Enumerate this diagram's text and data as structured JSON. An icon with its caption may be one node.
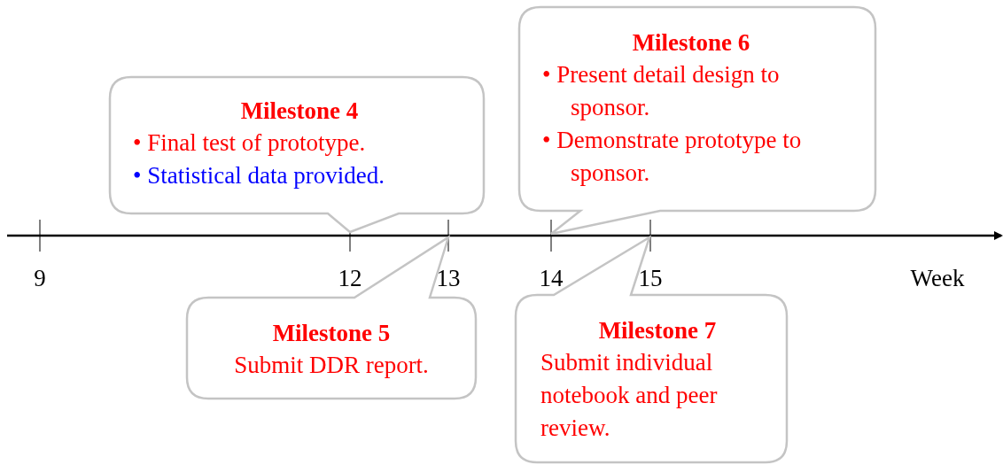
{
  "diagram": {
    "nodes": [
      {
        "text": [
          "Milestone 4",
          "• Final test of prototype.",
          "• Statistical data provided."
        ]
      },
      {
        "text": [
          "Milestone 6",
          "• Present detail design to sponsor.",
          "• Demonstrate prototype to sponsor."
        ]
      },
      {
        "text": [
          "Milestone 5",
          "Submit DDR report."
        ]
      },
      {
        "text": [
          "Milestone 7",
          "Submit individual notebook and peer review."
        ]
      }
    ],
    "labels": [
      "9",
      "12",
      "13",
      "14",
      "15",
      "Week"
    ]
  }
}
